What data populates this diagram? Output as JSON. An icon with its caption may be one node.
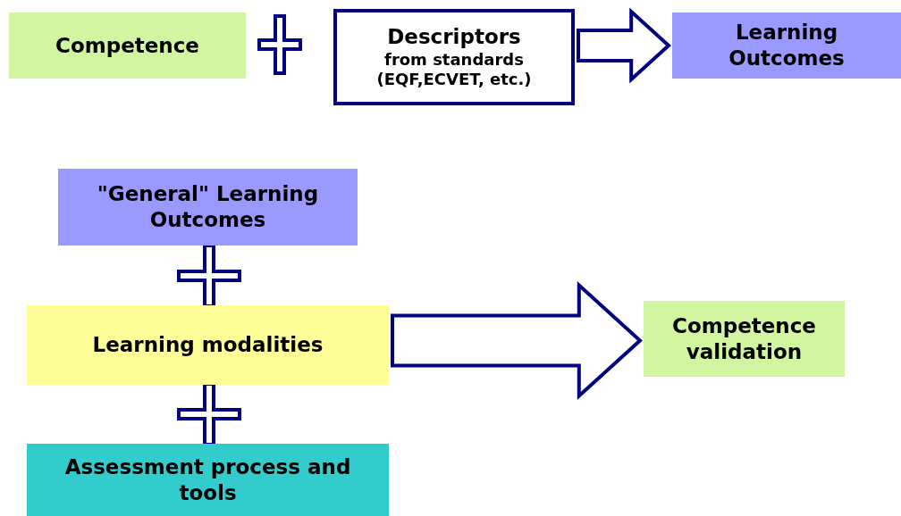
{
  "diagram": {
    "nodes": [
      {
        "text": [
          "Competence"
        ]
      },
      {
        "text": [
          "Descriptors",
          "from standards (EQF,ECVET, etc.)"
        ]
      },
      {
        "text": [
          "Learning Outcomes"
        ]
      },
      {
        "text": [
          "\"General\" Learning Outcomes"
        ]
      },
      {
        "text": [
          "Learning modalities"
        ]
      },
      {
        "text": [
          "Assessment process and tools"
        ]
      },
      {
        "text": [
          "Competence validation"
        ]
      }
    ],
    "edges": [
      {
        "from": 1,
        "to": 2,
        "arrow": "to"
      },
      {
        "from": 4,
        "to": 6,
        "arrow": "to"
      }
    ]
  }
}
